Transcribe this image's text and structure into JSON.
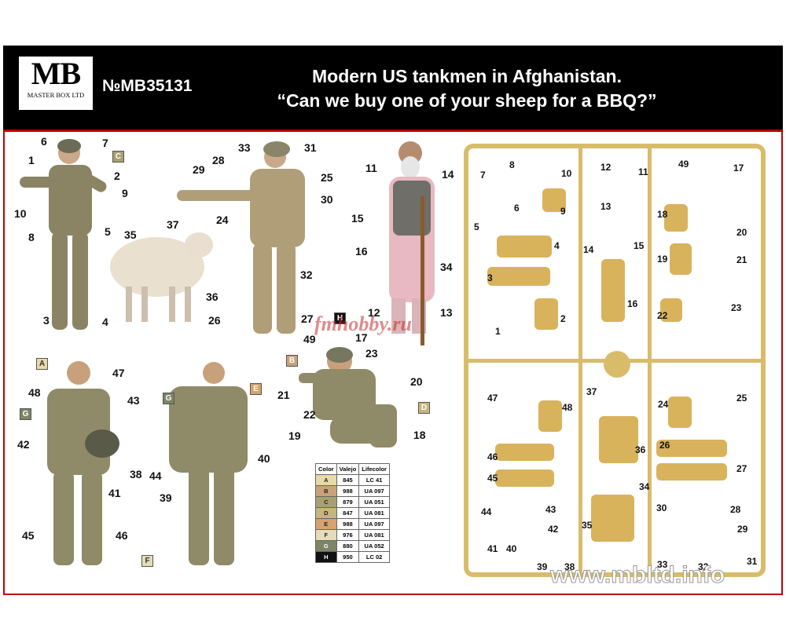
{
  "header": {
    "logo_mb": "MB",
    "logo_sub": "MASTER BOX LTD",
    "code": "№MB35131",
    "title_line1": "Modern US tankmen in Afghanistan.",
    "title_line2": "“Can we buy one of your sheep for a BBQ?”"
  },
  "color_table": {
    "headers": [
      "Color",
      "Valejo",
      "Lifecolor"
    ],
    "rows": [
      {
        "c": "A",
        "v": "845",
        "l": "LC 41",
        "hex": "#e8d9a8"
      },
      {
        "c": "B",
        "v": "988",
        "l": "UA 097",
        "hex": "#c9a27a"
      },
      {
        "c": "C",
        "v": "879",
        "l": "UA 051",
        "hex": "#a8a070"
      },
      {
        "c": "D",
        "v": "847",
        "l": "UA 081",
        "hex": "#c7b57e"
      },
      {
        "c": "E",
        "v": "988",
        "l": "UA 097",
        "hex": "#d6a26e"
      },
      {
        "c": "F",
        "v": "976",
        "l": "UA 081",
        "hex": "#e6dcb8"
      },
      {
        "c": "G",
        "v": "880",
        "l": "UA 052",
        "hex": "#7d8565"
      },
      {
        "c": "H",
        "v": "950",
        "l": "LC 02",
        "hex": "#111111"
      }
    ]
  },
  "watermarks": {
    "site1": "www.mbltd.info",
    "site2": "fmhobby.ru"
  },
  "labels": {
    "fig1": [
      "6",
      "7",
      "1",
      "C",
      "2",
      "9",
      "10",
      "8",
      "5",
      "3",
      "4"
    ],
    "fig2": [
      "33",
      "31",
      "28",
      "29",
      "25",
      "30",
      "24",
      "32",
      "26",
      "27",
      "H"
    ],
    "sheep": [
      "37",
      "35",
      "36"
    ],
    "afghan": [
      "11",
      "14",
      "15",
      "16",
      "34",
      "12",
      "13"
    ],
    "fig3": [
      "A",
      "47",
      "48",
      "43",
      "G",
      "42",
      "38",
      "41",
      "45",
      "46"
    ],
    "fig4": [
      "G",
      "E",
      "40",
      "44",
      "39",
      "F"
    ],
    "fig5": [
      "49",
      "17",
      "B",
      "23",
      "20",
      "21",
      "22",
      "D",
      "19",
      "18"
    ],
    "sprue": [
      "8",
      "7",
      "10",
      "12",
      "11",
      "49",
      "17",
      "6",
      "9",
      "13",
      "18",
      "20",
      "5",
      "4",
      "14",
      "15",
      "19",
      "21",
      "3",
      "16",
      "22",
      "23",
      "2",
      "1",
      "47",
      "37",
      "48",
      "24",
      "25",
      "46",
      "36",
      "26",
      "27",
      "45",
      "34",
      "43",
      "30",
      "28",
      "44",
      "42",
      "35",
      "29",
      "41",
      "40",
      "39",
      "38",
      "33",
      "32",
      "31"
    ]
  }
}
